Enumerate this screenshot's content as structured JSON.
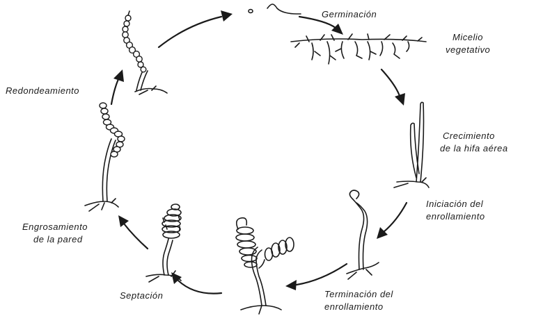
{
  "diagram": {
    "stages": {
      "germination": "Germinación",
      "vegetative_mycelium": [
        "Micelio",
        "vegetativo"
      ],
      "aerial_hypha_growth": [
        "Crecimiento",
        "de la hifa aérea"
      ],
      "coiling_initiation": [
        "Iniciación del",
        "enrollamiento"
      ],
      "coiling_termination": [
        "Terminación del",
        "enrollamiento"
      ],
      "septation": "Septación",
      "wall_thickening": [
        "Engrosamiento",
        "de la pared"
      ],
      "rounding": "Redondeamiento"
    }
  }
}
